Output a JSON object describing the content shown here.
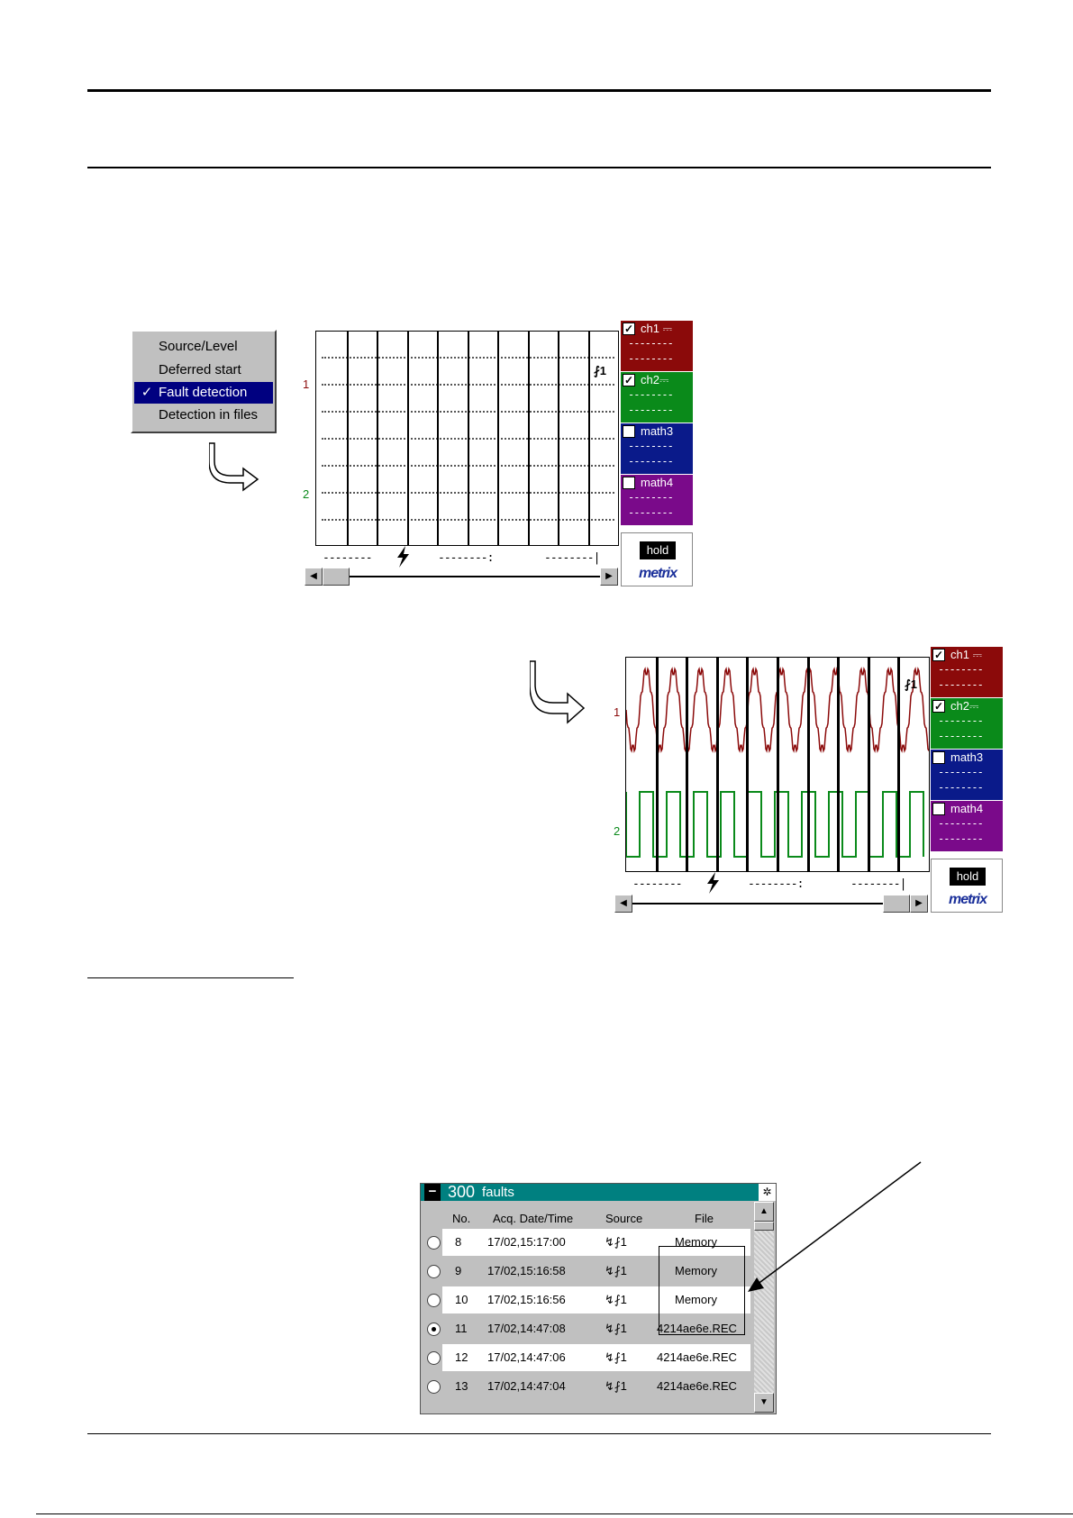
{
  "menu": {
    "items": [
      {
        "label": "Source/Level",
        "selected": false
      },
      {
        "label": "Deferred start",
        "selected": false
      },
      {
        "label": "Fault detection",
        "selected": true
      },
      {
        "label": "Detection in files",
        "selected": false
      }
    ],
    "check_glyph": "✓"
  },
  "scope1": {
    "y_label_1": "1",
    "y_label_2": "2",
    "trigger_marker": "⨏1",
    "bottom_left": "--------",
    "bottom_mid": "--------:",
    "bottom_right": "--------|",
    "bolt_icon": "lightning-bolt-icon",
    "scroll_position": 0
  },
  "scope2": {
    "y_label_1": "1",
    "y_label_2": "2",
    "trigger_marker": "⨏1",
    "bottom_left": "--------",
    "bottom_mid": "--------:",
    "bottom_right": "--------|",
    "scroll_position": 1
  },
  "channels": [
    {
      "name": "ch1 ⎓",
      "checked": true,
      "color": "#8b0a0a"
    },
    {
      "name": "ch2⎓",
      "checked": true,
      "color": "#0a8a1a"
    },
    {
      "name": "math3",
      "checked": false,
      "color": "#0a1a8a"
    },
    {
      "name": "math4",
      "checked": false,
      "color": "#7a0a8a"
    }
  ],
  "channel_dash": "--------",
  "hold_label": "hold",
  "logo_text": "metrix",
  "faults": {
    "title_count": "300",
    "title_label": "faults",
    "columns": [
      "No.",
      "Acq. Date/Time",
      "Source",
      "File"
    ],
    "rows": [
      {
        "no": "8",
        "datetime": "17/02,15:17:00",
        "source": "↯⨏1",
        "file": "Memory",
        "selected": false
      },
      {
        "no": "9",
        "datetime": "17/02,15:16:58",
        "source": "↯⨏1",
        "file": "Memory",
        "selected": false
      },
      {
        "no": "10",
        "datetime": "17/02,15:16:56",
        "source": "↯⨏1",
        "file": "Memory",
        "selected": false
      },
      {
        "no": "11",
        "datetime": "17/02,14:47:08",
        "source": "↯⨏1",
        "file": "4214ae6e.REC",
        "selected": true
      },
      {
        "no": "12",
        "datetime": "17/02,14:47:06",
        "source": "↯⨏1",
        "file": "4214ae6e.REC",
        "selected": false
      },
      {
        "no": "13",
        "datetime": "17/02,14:47:04",
        "source": "↯⨏1",
        "file": "4214ae6e.REC",
        "selected": false
      }
    ]
  }
}
